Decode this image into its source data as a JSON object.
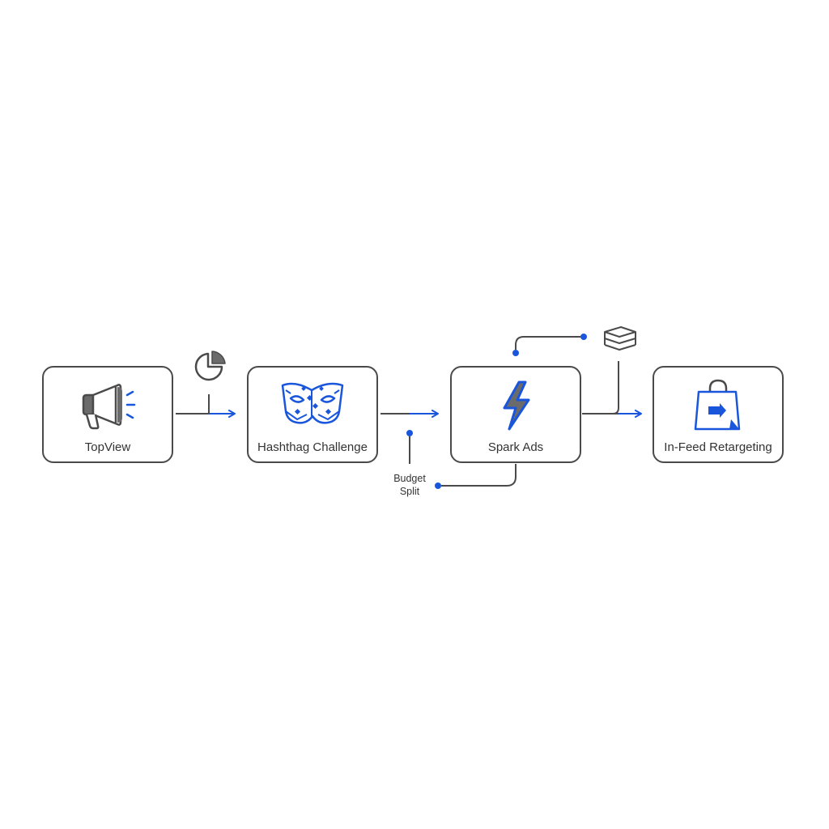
{
  "flow": {
    "nodes": [
      {
        "label": "TopView",
        "icon": "megaphone-icon"
      },
      {
        "label": "Hashthag Challenge",
        "icon": "mask-icon"
      },
      {
        "label": "Spark Ads",
        "icon": "lightning-bolt-icon"
      },
      {
        "label": "In-Feed Retargeting",
        "icon": "shopping-bag-icon"
      }
    ],
    "annotations": {
      "budget_line1": "Budget",
      "budget_line2": "Split",
      "pie_icon": "pie-chart-icon",
      "layers_icon": "layers-icon"
    }
  },
  "colors": {
    "accent": "#1a56db",
    "stroke": "#4a4a4a",
    "icon_gray": "#6b6b6b",
    "text": "#333333"
  }
}
